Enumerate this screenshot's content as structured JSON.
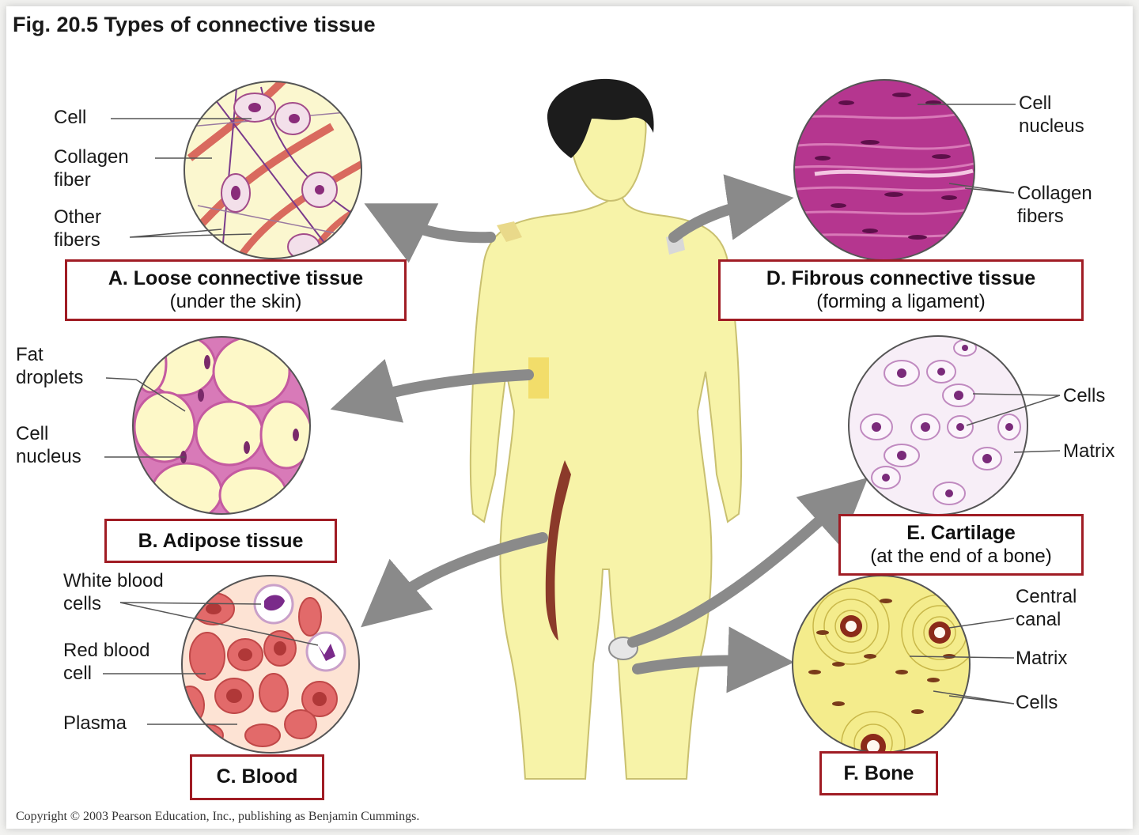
{
  "figure_title": "Fig. 20.5  Types of connective tissue",
  "copyright": "Copyright © 2003 Pearson Education, Inc., publishing as Benjamin Cummings.",
  "colors": {
    "box_border": "#a01c24",
    "body_fill": "#f7f3a8",
    "arrow": "#8a8a8a",
    "adipose": "#d87ab8",
    "blood_cell": "#e26a6a",
    "fibrous": "#b5368f",
    "bone": "#f4ec8c"
  },
  "panels": {
    "a": {
      "title": "A. Loose connective tissue",
      "subtitle": "(under the skin)",
      "labels": {
        "cell": "Cell",
        "collagen": "Collagen\nfiber",
        "other": "Other\nfibers"
      }
    },
    "b": {
      "title": "B.  Adipose tissue",
      "labels": {
        "fat": "Fat\ndroplets",
        "nucleus": "Cell\nnucleus"
      }
    },
    "c": {
      "title": "C. Blood",
      "labels": {
        "wbc": "White blood\ncells",
        "rbc": "Red blood\ncell",
        "plasma": "Plasma"
      }
    },
    "d": {
      "title": "D. Fibrous connective tissue",
      "subtitle": "(forming a ligament)",
      "labels": {
        "nucleus": "Cell\nnucleus",
        "collagen": "Collagen\nfibers"
      }
    },
    "e": {
      "title": "E. Cartilage",
      "subtitle": "(at the end of a bone)",
      "labels": {
        "cells": "Cells",
        "matrix": "Matrix"
      }
    },
    "f": {
      "title": "F. Bone",
      "labels": {
        "canal": "Central\ncanal",
        "matrix": "Matrix",
        "cells": "Cells"
      }
    }
  }
}
